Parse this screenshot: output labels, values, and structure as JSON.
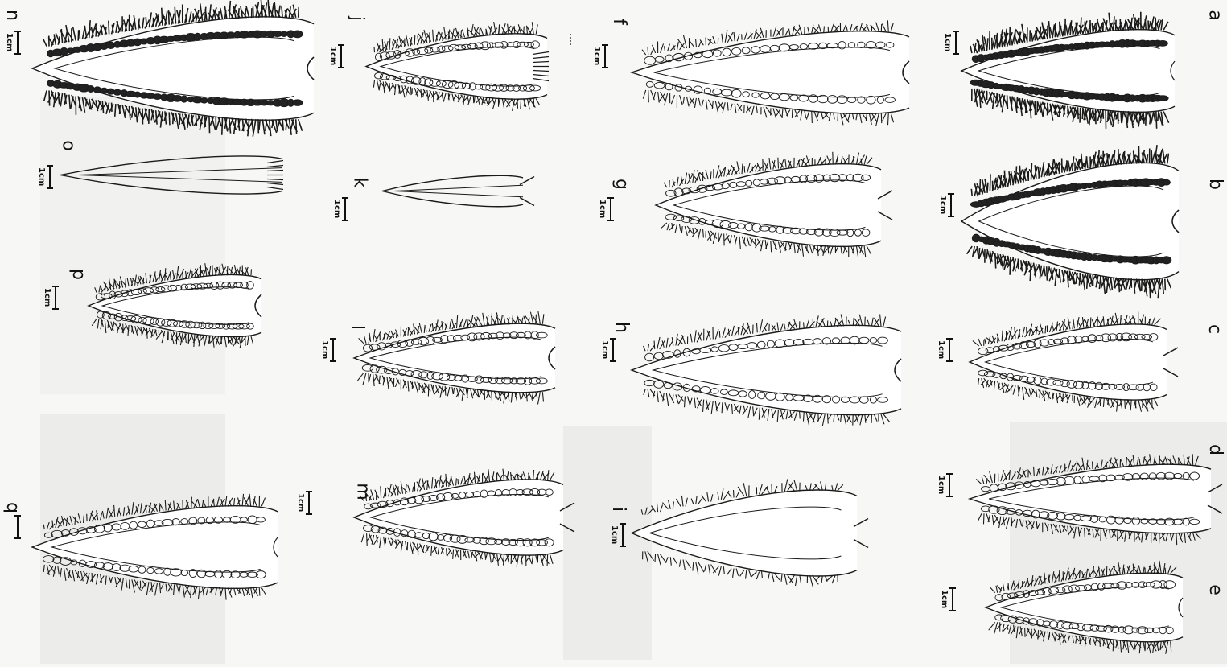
{
  "figure": {
    "scale_unit": "1cm",
    "panels": [
      {
        "id": "a",
        "letter": "a",
        "style": "dense",
        "base": "open"
      },
      {
        "id": "b",
        "letter": "b",
        "style": "dense",
        "base": "notched"
      },
      {
        "id": "c",
        "letter": "c",
        "style": "medium",
        "base": "forked"
      },
      {
        "id": "d",
        "letter": "d",
        "style": "medium",
        "base": "forked"
      },
      {
        "id": "e",
        "letter": "e",
        "style": "medium",
        "base": "open"
      },
      {
        "id": "f",
        "letter": "f",
        "style": "medium",
        "base": "notched"
      },
      {
        "id": "g",
        "letter": "g",
        "style": "medium",
        "base": "forked"
      },
      {
        "id": "h",
        "letter": "h",
        "style": "medium",
        "base": "notched"
      },
      {
        "id": "i",
        "letter": "i",
        "style": "light",
        "base": "forked"
      },
      {
        "id": "j",
        "letter": "j",
        "style": "medium",
        "base": "comb"
      },
      {
        "id": "k",
        "letter": "k",
        "style": "bare",
        "base": "forked"
      },
      {
        "id": "l",
        "letter": "l",
        "style": "medium",
        "base": "notched"
      },
      {
        "id": "m",
        "letter": "m",
        "style": "medium",
        "base": "forked"
      },
      {
        "id": "n",
        "letter": "n",
        "style": "dense",
        "base": "notched"
      },
      {
        "id": "o",
        "letter": "o",
        "style": "bare",
        "base": "comb"
      },
      {
        "id": "p",
        "letter": "p",
        "style": "medium",
        "base": "notched"
      },
      {
        "id": "q",
        "letter": "q",
        "style": "medium",
        "base": "open"
      }
    ]
  }
}
